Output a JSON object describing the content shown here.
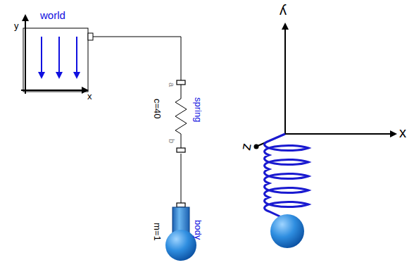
{
  "diagram": {
    "nodes": [
      {
        "text": [
          "world"
        ]
      },
      {
        "text": [
          "c=40",
          "spring"
        ]
      },
      {
        "text": [
          "m=1",
          "body"
        ]
      }
    ],
    "edges": [
      {
        "from": 0,
        "to": 1,
        "arrow": "none"
      },
      {
        "from": 1,
        "to": 2,
        "arrow": "none"
      }
    ],
    "labels": [
      "y",
      "x",
      "a",
      "b",
      "y",
      "x",
      "z"
    ]
  }
}
